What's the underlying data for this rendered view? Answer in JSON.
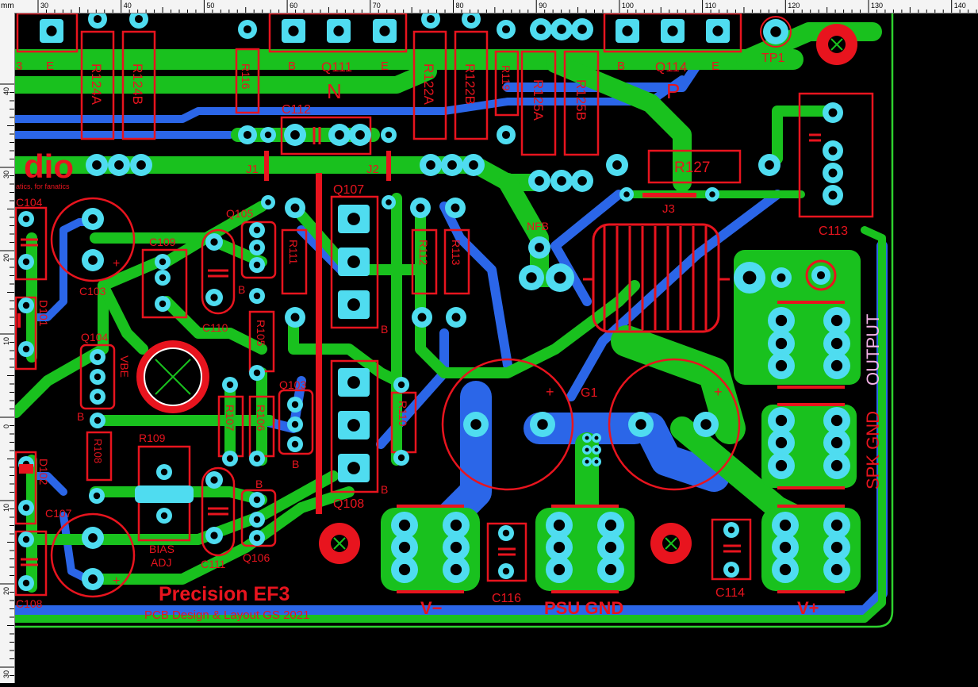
{
  "ruler": {
    "unit": "mm",
    "top_ticks": [
      "30",
      "40",
      "50",
      "60",
      "70",
      "80",
      "90",
      "100",
      "110",
      "120",
      "130",
      "140"
    ],
    "left_ticks": [
      "40",
      "30",
      "20",
      "10",
      "0",
      "10",
      "20",
      "30"
    ]
  },
  "components": {
    "resistors_vertical": [
      "R124A",
      "R124B",
      "R116",
      "R122A",
      "R122B",
      "R119",
      "R125A",
      "R125B",
      "R111",
      "R112",
      "R113",
      "R105",
      "R107",
      "R106",
      "R110",
      "R108"
    ],
    "r127": "R127",
    "caps": [
      "C112",
      "C113",
      "C109",
      "C110",
      "C103",
      "C104",
      "C111",
      "C107",
      "C108",
      "C116",
      "C114"
    ],
    "transistors": [
      "Q111",
      "Q114",
      "Q107",
      "Q105",
      "Q104",
      "Q103",
      "Q108",
      "Q106"
    ],
    "diodes": [
      "D101",
      "D102"
    ],
    "jumpers": [
      "J1",
      "J2",
      "J3"
    ],
    "misc": [
      "TP1",
      "NFB",
      "G1",
      "R109",
      "VBE"
    ]
  },
  "labels": {
    "b": "B",
    "e": "E",
    "n": "N",
    "p": "P",
    "three": "3",
    "bias_adj_1": "BIAS",
    "bias_adj_2": "ADJ",
    "output": "OUTPUT",
    "spk_gnd": "SPK GND",
    "psu_gnd": "PSU GND",
    "v_minus": "V−",
    "v_plus": "V+",
    "plus": "+",
    "brand_fragment": "dio",
    "brand_tagline": "atics, for fanatics",
    "title": "Precision EF3",
    "credit": "PCB Design & Layout GS 2021"
  },
  "colors": {
    "copper_top": "#19c11e",
    "copper_bottom": "#2b66e8",
    "silkscreen": "#e8141e",
    "pad": "#4fdcf0",
    "board_edge": "#2ed12e",
    "background": "#000000",
    "label_pink": "#f4b3e6"
  }
}
